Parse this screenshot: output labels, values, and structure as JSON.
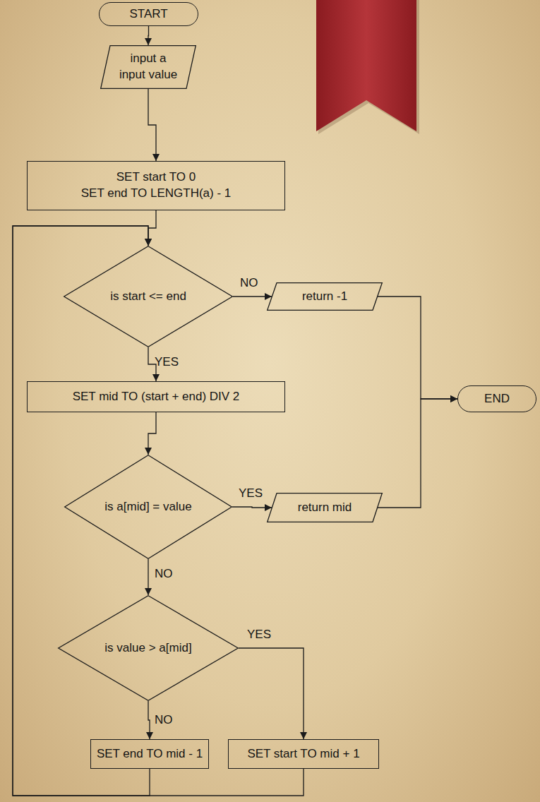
{
  "diagram": {
    "nodes": [
      {
        "text": [
          "START"
        ]
      },
      {
        "text": [
          "input a",
          "input value"
        ]
      },
      {
        "text": [
          "SET start TO 0",
          "SET end TO LENGTH(a) - 1"
        ]
      },
      {
        "text": [
          "is start <= end"
        ]
      },
      {
        "text": [
          "return -1"
        ]
      },
      {
        "text": [
          "SET mid TO (start + end) DIV 2"
        ]
      },
      {
        "text": [
          "END"
        ]
      },
      {
        "text": [
          "is a[mid] = value"
        ]
      },
      {
        "text": [
          "return mid"
        ]
      },
      {
        "text": [
          "is value > a[mid]"
        ]
      },
      {
        "text": [
          "SET end TO mid - 1"
        ]
      },
      {
        "text": [
          "SET start TO mid + 1"
        ]
      }
    ],
    "edges": [
      {
        "from": 0,
        "to": 1,
        "arrow": "to"
      },
      {
        "from": 1,
        "to": 2,
        "arrow": "to"
      },
      {
        "from": 2,
        "to": 3,
        "arrow": "to"
      },
      {
        "from": 3,
        "to": 4,
        "label": "NO",
        "arrow": "to"
      },
      {
        "from": 3,
        "to": 5,
        "label": "YES",
        "arrow": "to"
      },
      {
        "from": 4,
        "to": 6,
        "arrow": "to"
      },
      {
        "from": 5,
        "to": 7,
        "arrow": "to"
      },
      {
        "from": 7,
        "to": 8,
        "label": "YES",
        "arrow": "to"
      },
      {
        "from": 7,
        "to": 9,
        "label": "NO",
        "arrow": "to"
      },
      {
        "from": 8,
        "to": 6,
        "arrow": "to"
      },
      {
        "from": 9,
        "to": 11,
        "label": "YES",
        "arrow": "to"
      },
      {
        "from": 9,
        "to": 10,
        "label": "NO",
        "arrow": "to"
      },
      {
        "from": 10,
        "to": 3,
        "arrow": "to"
      },
      {
        "from": 11,
        "to": 3,
        "arrow": "to"
      }
    ]
  }
}
